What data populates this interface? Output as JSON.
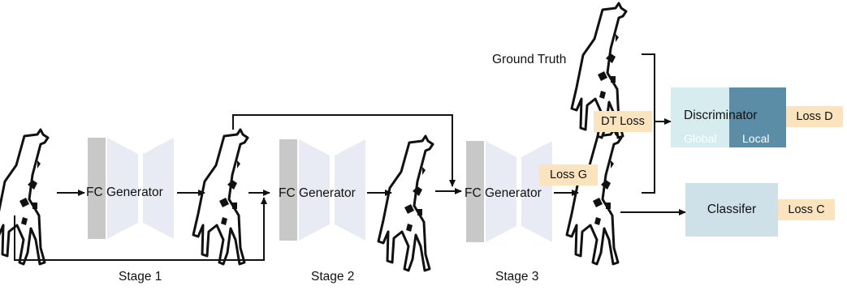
{
  "generators": [
    {
      "fc": "FC",
      "name": "Generator"
    },
    {
      "fc": "FC",
      "name": "Generator"
    },
    {
      "fc": "FC",
      "name": "Generator"
    }
  ],
  "stages": [
    "Stage 1",
    "Stage 2",
    "Stage 3"
  ],
  "ground_truth": "Ground Truth",
  "losses": {
    "dt": "DT Loss",
    "g": "Loss G",
    "d": "Loss D",
    "c": "Loss C"
  },
  "discriminator": {
    "label": "Discriminator",
    "global": "Global",
    "local": "Local"
  },
  "classifier": "Classifer",
  "colors": {
    "generator_bar": "#c8c8c8",
    "generator_trap": "#e9ebf4",
    "loss_bg": "#fae3bd",
    "disc_global": "#d6ecee",
    "disc_local": "#5b8ea6",
    "classifier": "#cfe1e8"
  }
}
